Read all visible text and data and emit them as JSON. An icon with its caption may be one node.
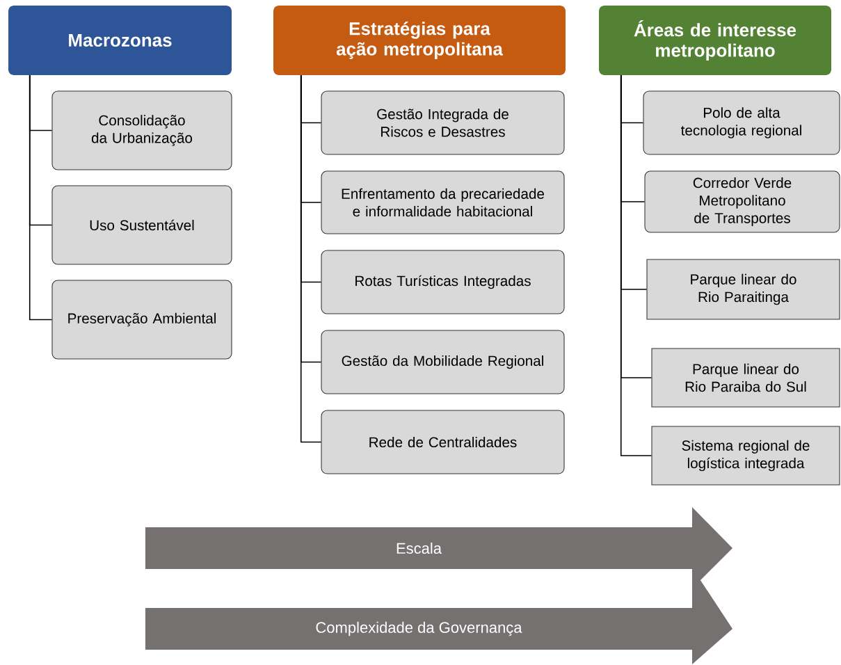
{
  "diagram": {
    "nodes": [
      {
        "text": [
          "Macrozonas"
        ]
      },
      {
        "text": [
          "Consolidação da Urbanização"
        ]
      },
      {
        "text": [
          "Uso Sustentável"
        ]
      },
      {
        "text": [
          "Preservação Ambiental"
        ]
      },
      {
        "text": [
          "Estratégias para ação metropolitana"
        ]
      },
      {
        "text": [
          "Gestão Integrada de Riscos e Desastres"
        ]
      },
      {
        "text": [
          "Enfrentamento da precariedade e informalidade habitacional"
        ]
      },
      {
        "text": [
          "Rotas Turísticas Integradas"
        ]
      },
      {
        "text": [
          "Gestão da Mobilidade Regional"
        ]
      },
      {
        "text": [
          "Rede de Centralidades"
        ]
      },
      {
        "text": [
          "Áreas de interesse metropolitano"
        ]
      },
      {
        "text": [
          "Polo de alta tecnologia regional"
        ]
      },
      {
        "text": [
          "Corredor Verde Metropolitano de Transportes"
        ]
      },
      {
        "text": [
          "Parque linear do Rio Paraitinga"
        ]
      },
      {
        "text": [
          "Parque linear do Rio Paraiba do Sul"
        ]
      },
      {
        "text": [
          "Sistema regional de logística integrada"
        ]
      },
      {
        "text": [
          "Escala"
        ]
      },
      {
        "text": [
          "Complexidade da Governança"
        ]
      }
    ],
    "edges": [
      {
        "from": 0,
        "to": 1,
        "arrow": "none"
      },
      {
        "from": 0,
        "to": 2,
        "arrow": "none"
      },
      {
        "from": 0,
        "to": 3,
        "arrow": "none"
      },
      {
        "from": 4,
        "to": 5,
        "arrow": "none"
      },
      {
        "from": 4,
        "to": 6,
        "arrow": "none"
      },
      {
        "from": 4,
        "to": 7,
        "arrow": "none"
      },
      {
        "from": 4,
        "to": 8,
        "arrow": "none"
      },
      {
        "from": 4,
        "to": 9,
        "arrow": "none"
      },
      {
        "from": 10,
        "to": 11,
        "arrow": "none"
      },
      {
        "from": 10,
        "to": 12,
        "arrow": "none"
      },
      {
        "from": 10,
        "to": 13,
        "arrow": "none"
      },
      {
        "from": 10,
        "to": 14,
        "arrow": "none"
      },
      {
        "from": 10,
        "to": 15,
        "arrow": "none"
      }
    ]
  }
}
